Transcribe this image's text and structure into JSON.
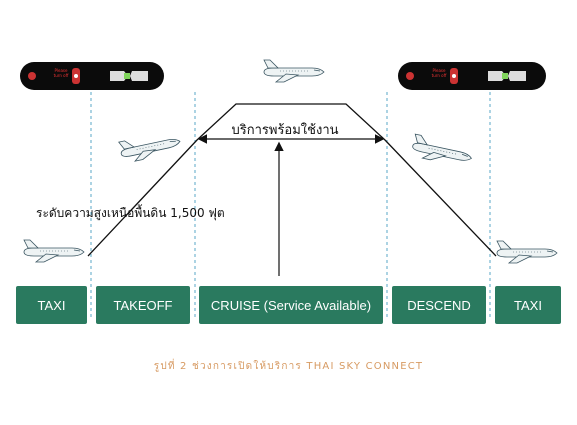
{
  "phases": [
    {
      "label": "TAXI"
    },
    {
      "label": "TAKEOFF"
    },
    {
      "label": "CRUISE (Service Available)"
    },
    {
      "label": "DESCEND"
    },
    {
      "label": "TAXI"
    }
  ],
  "service_label": "บริการพร้อมใช้งาน",
  "altitude_label": "ระดับความสูงเหนือพื้นดิน 1,500 ฟุต",
  "caption": "รูปที่ 2 ช่วงการเปิดให้บริการ THAI SKY CONNECT",
  "signs": [
    {
      "text": "Please turn off"
    },
    {
      "text": "Please turn off"
    }
  ],
  "colors": {
    "phase_box": "#2a7a5f",
    "dashed_line": "#5aa7c7",
    "flight_path": "#111111",
    "caption": "#d79a62"
  },
  "icons": [
    "airplane-icon",
    "seatbelt-sign-icon",
    "phone-off-icon"
  ]
}
